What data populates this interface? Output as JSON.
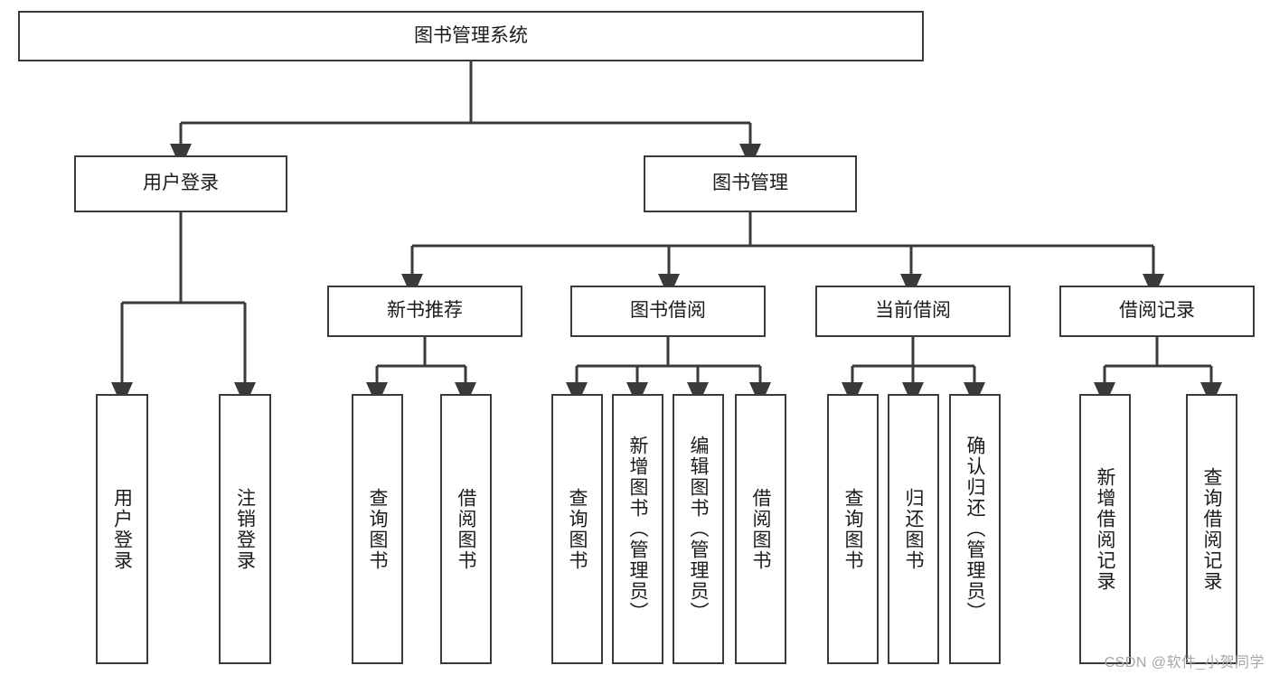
{
  "diagram": {
    "type": "tree",
    "title": "图书管理系统",
    "stroke_color": "#3a3a3a",
    "fill_color": "#ffffff",
    "text_color": "#1b1b1b",
    "nodes": {
      "root": "图书管理系统",
      "level1": [
        "用户登录",
        "图书管理"
      ],
      "level2": [
        "新书推荐",
        "图书借阅",
        "当前借阅",
        "借阅记录"
      ],
      "leaves": {
        "user_login": [
          "用户登录",
          "注销登录"
        ],
        "new_book": [
          "查询图书",
          "借阅图书"
        ],
        "borrow_book": [
          "查询图书",
          "新增图书（管理员）",
          "编辑图书（管理员）",
          "借阅图书"
        ],
        "current_borrow": [
          "查询图书",
          "归还图书",
          "确认归还（管理员）"
        ],
        "borrow_record": [
          "新增借阅记录",
          "查询借阅记录"
        ]
      }
    },
    "edges": [
      {
        "from": "图书管理系统",
        "to": "用户登录"
      },
      {
        "from": "图书管理系统",
        "to": "图书管理"
      },
      {
        "from": "图书管理",
        "to": "新书推荐"
      },
      {
        "from": "图书管理",
        "to": "图书借阅"
      },
      {
        "from": "图书管理",
        "to": "当前借阅"
      },
      {
        "from": "图书管理",
        "to": "借阅记录"
      },
      {
        "from": "用户登录",
        "to": "用户登录"
      },
      {
        "from": "用户登录",
        "to": "注销登录"
      },
      {
        "from": "新书推荐",
        "to": "查询图书"
      },
      {
        "from": "新书推荐",
        "to": "借阅图书"
      },
      {
        "from": "图书借阅",
        "to": "查询图书"
      },
      {
        "from": "图书借阅",
        "to": "新增图书（管理员）"
      },
      {
        "from": "图书借阅",
        "to": "编辑图书（管理员）"
      },
      {
        "from": "图书借阅",
        "to": "借阅图书"
      },
      {
        "from": "当前借阅",
        "to": "查询图书"
      },
      {
        "from": "当前借阅",
        "to": "归还图书"
      },
      {
        "from": "当前借阅",
        "to": "确认归还（管理员）"
      },
      {
        "from": "借阅记录",
        "to": "新增借阅记录"
      },
      {
        "from": "借阅记录",
        "to": "查询借阅记录"
      }
    ]
  },
  "watermark": {
    "text": "CSDN @软件_小贺同学"
  }
}
